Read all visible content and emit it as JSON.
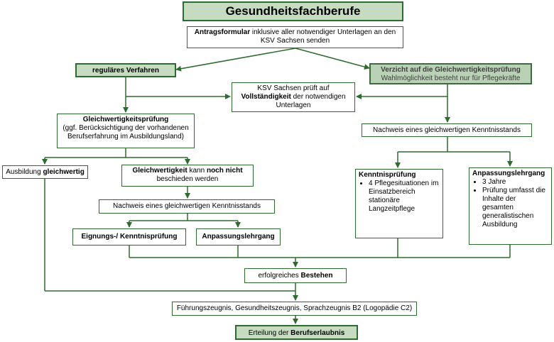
{
  "title": "Gesundheitsfachberufe",
  "antrag": {
    "bold": "Antragsformular",
    "rest": " inklusive aller notwendiger Unterlagen an den KSV Sachsen senden"
  },
  "regular": "reguläres Verfahren",
  "verzicht": {
    "line1": "Verzicht auf die Gleichwertigkeitsprüfung",
    "line2": "Wahlmöglichkeit besteht nur für Pflegekräfte"
  },
  "ksv": {
    "part1": "KSV Sachsen prüft auf",
    "bold": "Vollständigkeit",
    "part2": " der notwendigen Unterlagen"
  },
  "gleichwert": {
    "bold": "Gleichwertigkeitsprüfung",
    "rest": "(ggf. Berücksichtigung der vorhandenen Berufserfahrung im Ausbildungsland)"
  },
  "nachweis_right": "Nachweis eines gleichwertigen Kenntnisstands",
  "ausbildung": {
    "part1": "Ausbildung ",
    "bold": "gleichwertig"
  },
  "nochnicht": {
    "bold1": "Gleichwertigkeit",
    "mid": " kann ",
    "bold2": "noch nicht",
    "rest": "beschieden werden"
  },
  "nachweis_left": "Nachweis eines gleichwertigen Kenntnisstands",
  "eignung": "Eignungs-/ Kenntnisprüfung",
  "anpassung_left": "Anpassungslehrgang",
  "kenntnis_right": {
    "title": "Kenntnisprüfung",
    "items": [
      "4 Pflegesituationen im Einsatzbereich stationäre Langzeitpflege"
    ]
  },
  "anpassung_right": {
    "title": "Anpassungslehrgang",
    "items": [
      "3 Jahre",
      "Prüfung umfasst die Inhalte der gesamten generalistischen Ausbildung"
    ]
  },
  "bestehen": {
    "part1": "erfolgreiches ",
    "bold": "Bestehen"
  },
  "zeugnis": "Führungszeugnis, Gesundheitszeugnis, Sprachzeugnis B2 (Logopädie C2)",
  "erteilung": {
    "part1": "Erteilung der ",
    "bold": "Berufserlaubnis"
  }
}
